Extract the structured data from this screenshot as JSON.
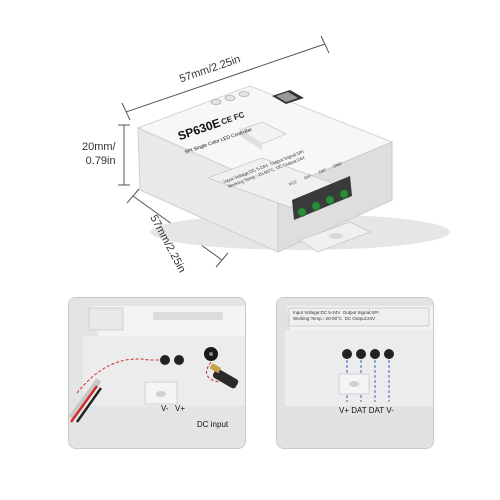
{
  "dimensions": {
    "width_label": "57mm/2.25in",
    "height_label_line1": "20mm/",
    "height_label_line2": "0.79in",
    "depth_label": "57mm/2.25in"
  },
  "device": {
    "model": "SP630E",
    "subtitle": "SPI Single Color LED Controller",
    "cert_marks": "CE FC",
    "spec_line1": "Input Voltage:DC 5-24V",
    "spec_line2": "Working Temp.:-20-60°C",
    "spec_line3": "Output Signal:SPI",
    "spec_line4": "DC Output:24V",
    "terminal_labels": [
      "VCC",
      "DAT",
      "DAT",
      "GND"
    ]
  },
  "left_panel": {
    "label_vminus": "V-",
    "label_vplus": "V+",
    "label_dc": "DC input"
  },
  "right_panel": {
    "spec_line1": "Input Voltage:DC 5-24V",
    "spec_line2": "Working Temp.:-20-60°C",
    "spec_line3": "Output Signal:SPI",
    "spec_line4": "DC Output:24V",
    "label_terminals": "V+ DAT DAT V-"
  },
  "colors": {
    "body": "#f2f2f2",
    "terminal_green": "#2e8b3c",
    "wire_red": "#d22a2a",
    "dim_line": "#555555"
  }
}
